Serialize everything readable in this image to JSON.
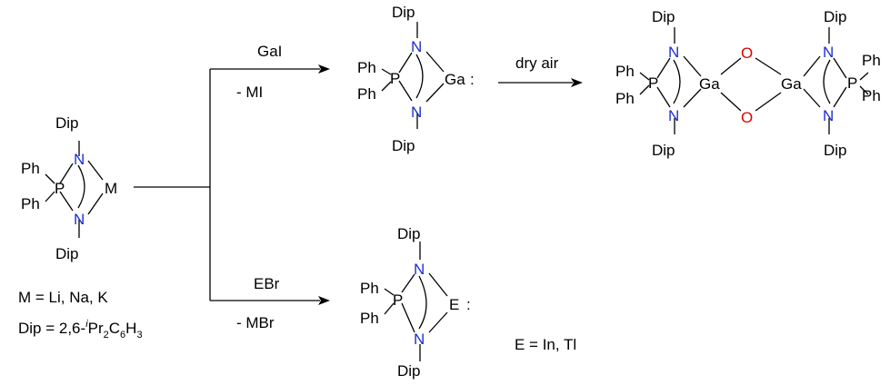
{
  "labels": {
    "dip": "Dip",
    "ph": "Ph",
    "n": "N",
    "p": "P",
    "m": "M",
    "ga": "Ga",
    "e": "E",
    "o": "O",
    "colon": ":"
  },
  "arrows": {
    "top_reagent": "GaI",
    "top_byproduct": "- MI",
    "bottom_reagent": "EBr",
    "bottom_byproduct": "- MBr",
    "air": "dry air"
  },
  "notes": {
    "m_def": "M = Li, Na, K",
    "dip_prefix": "Dip = 2,6-",
    "dip_sup": "i",
    "dip_pr": "Pr",
    "dip_sub1": "2",
    "dip_c": "C",
    "dip_sub2": "6",
    "dip_h": "H",
    "dip_sub3": "3",
    "e_def": "E =  In, Tl"
  },
  "colors": {
    "nitrogen": "#1c2fd0",
    "oxygen": "#e00000",
    "ink": "#000000"
  }
}
